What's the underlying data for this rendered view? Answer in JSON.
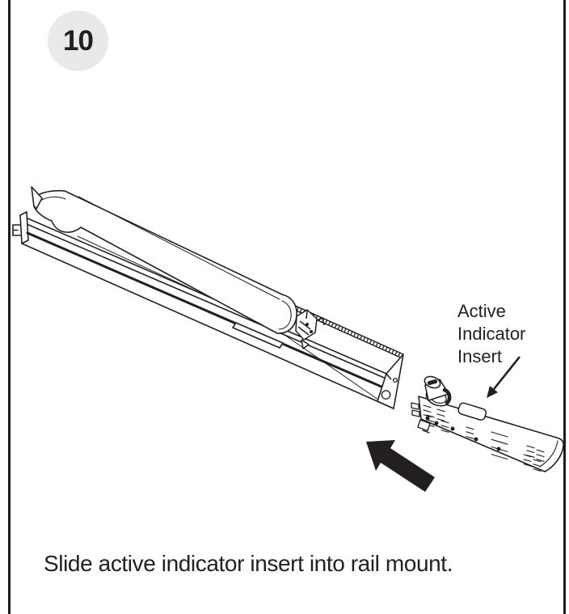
{
  "step": {
    "number": "10"
  },
  "diagram": {
    "label": {
      "lines": [
        "Active",
        "Indicator",
        "Insert"
      ]
    }
  },
  "caption": {
    "text": "Slide active indicator insert into rail mount."
  },
  "colors": {
    "ink": "#231f20",
    "badge_bg": "#e9e9e9",
    "page_bg": "#ffffff",
    "border": "#1c1c1c"
  }
}
